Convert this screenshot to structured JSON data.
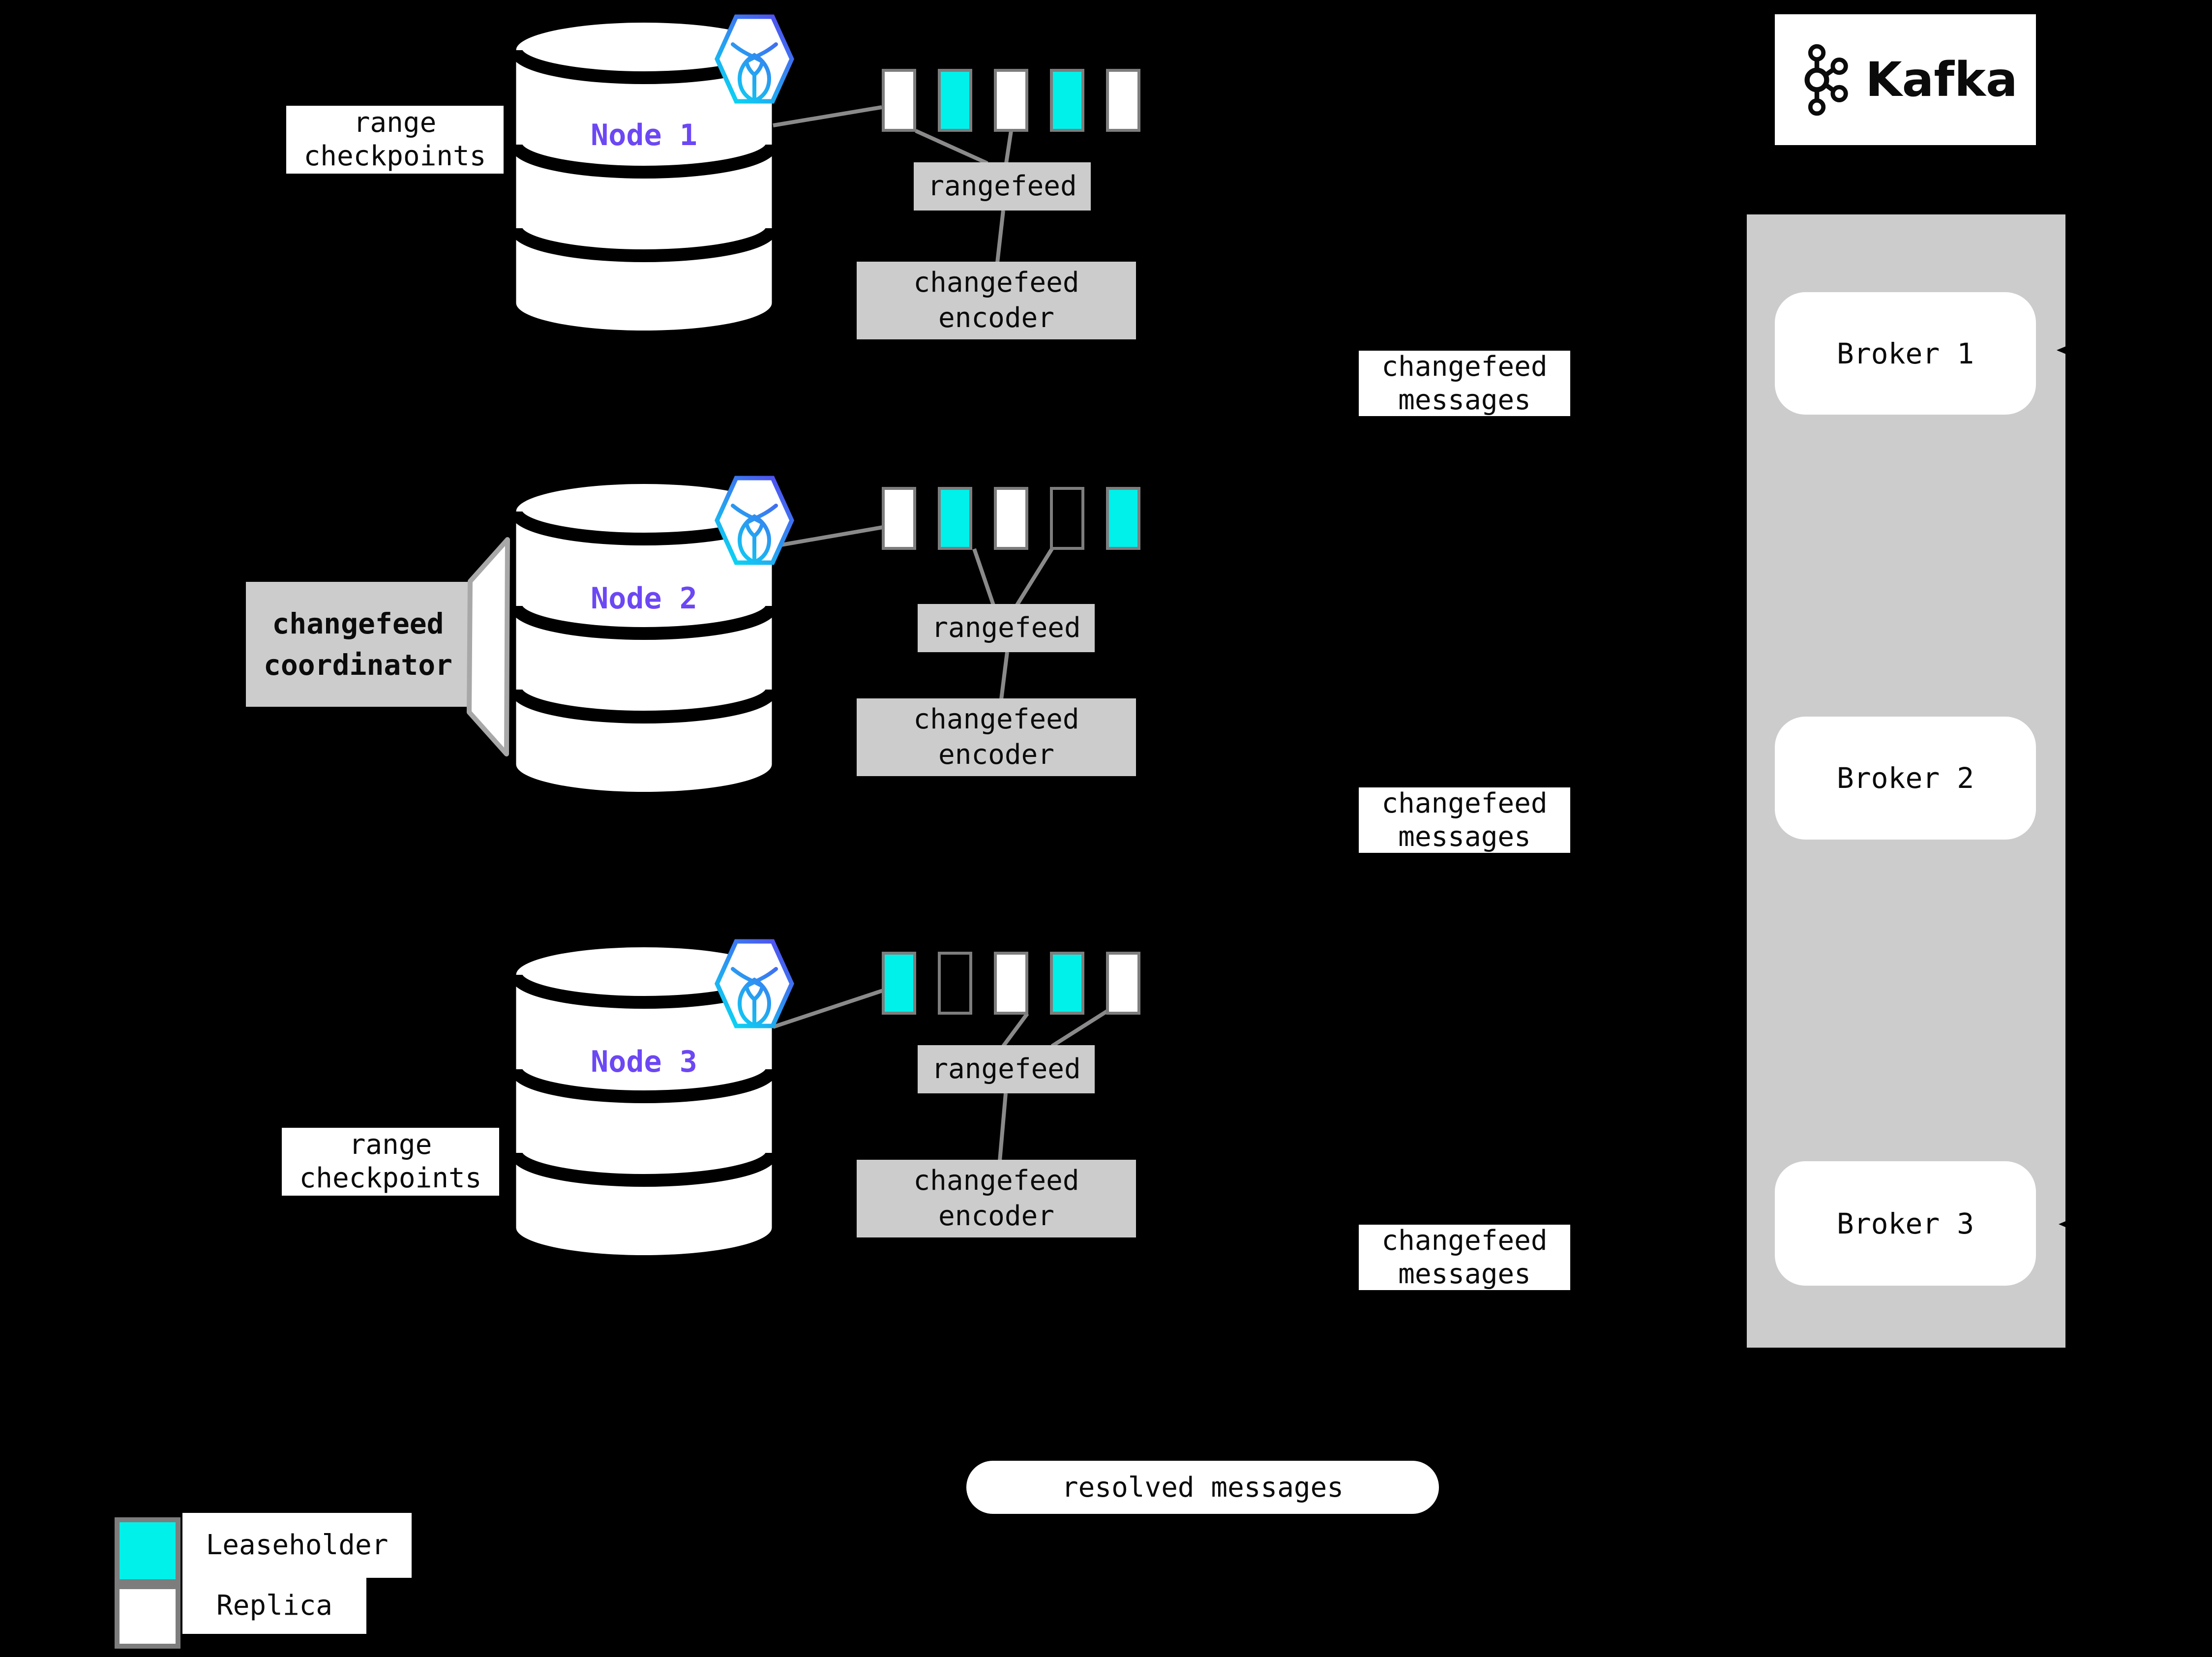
{
  "colors": {
    "bg": "#000000",
    "text": "#0b0b0b",
    "leaseholder": "#00F0EA",
    "replica": "#FFFFFF",
    "panel": "#CCCCCC",
    "border": "#7D7D7D",
    "line": "#8A8A8A",
    "wedge": "#A8A8A8",
    "nodelabel": "#6C47F4",
    "crdbA": "#00E8F2",
    "crdbB": "#5B3DF0"
  },
  "nodes": [
    {
      "label": "Node 1",
      "side_label": "range checkpoints",
      "rangefeed": "rangefeed",
      "encoder": "changefeed encoder",
      "messages": "changefeed messages",
      "ranges": [
        "replica",
        "leaseholder",
        "replica",
        "leaseholder",
        "replica"
      ]
    },
    {
      "label": "Node 2",
      "side_label": "changefeed coordinator",
      "rangefeed": "rangefeed",
      "encoder": "changefeed encoder",
      "messages": "changefeed messages",
      "ranges": [
        "replica",
        "leaseholder",
        "replica",
        "empty",
        "leaseholder"
      ]
    },
    {
      "label": "Node 3",
      "side_label": "range checkpoints",
      "rangefeed": "rangefeed",
      "encoder": "changefeed encoder",
      "messages": "changefeed messages",
      "ranges": [
        "leaseholder",
        "empty",
        "replica",
        "leaseholder",
        "replica"
      ]
    }
  ],
  "kafka": {
    "name": "Kafka",
    "brokers": [
      {
        "label": "Broker 1"
      },
      {
        "label": "Broker 2"
      },
      {
        "label": "Broker 3"
      }
    ]
  },
  "resolved": {
    "label": "resolved messages"
  },
  "legend": {
    "items": [
      {
        "label": "Leaseholder",
        "type": "leaseholder"
      },
      {
        "label": "Replica",
        "type": "replica"
      }
    ]
  }
}
